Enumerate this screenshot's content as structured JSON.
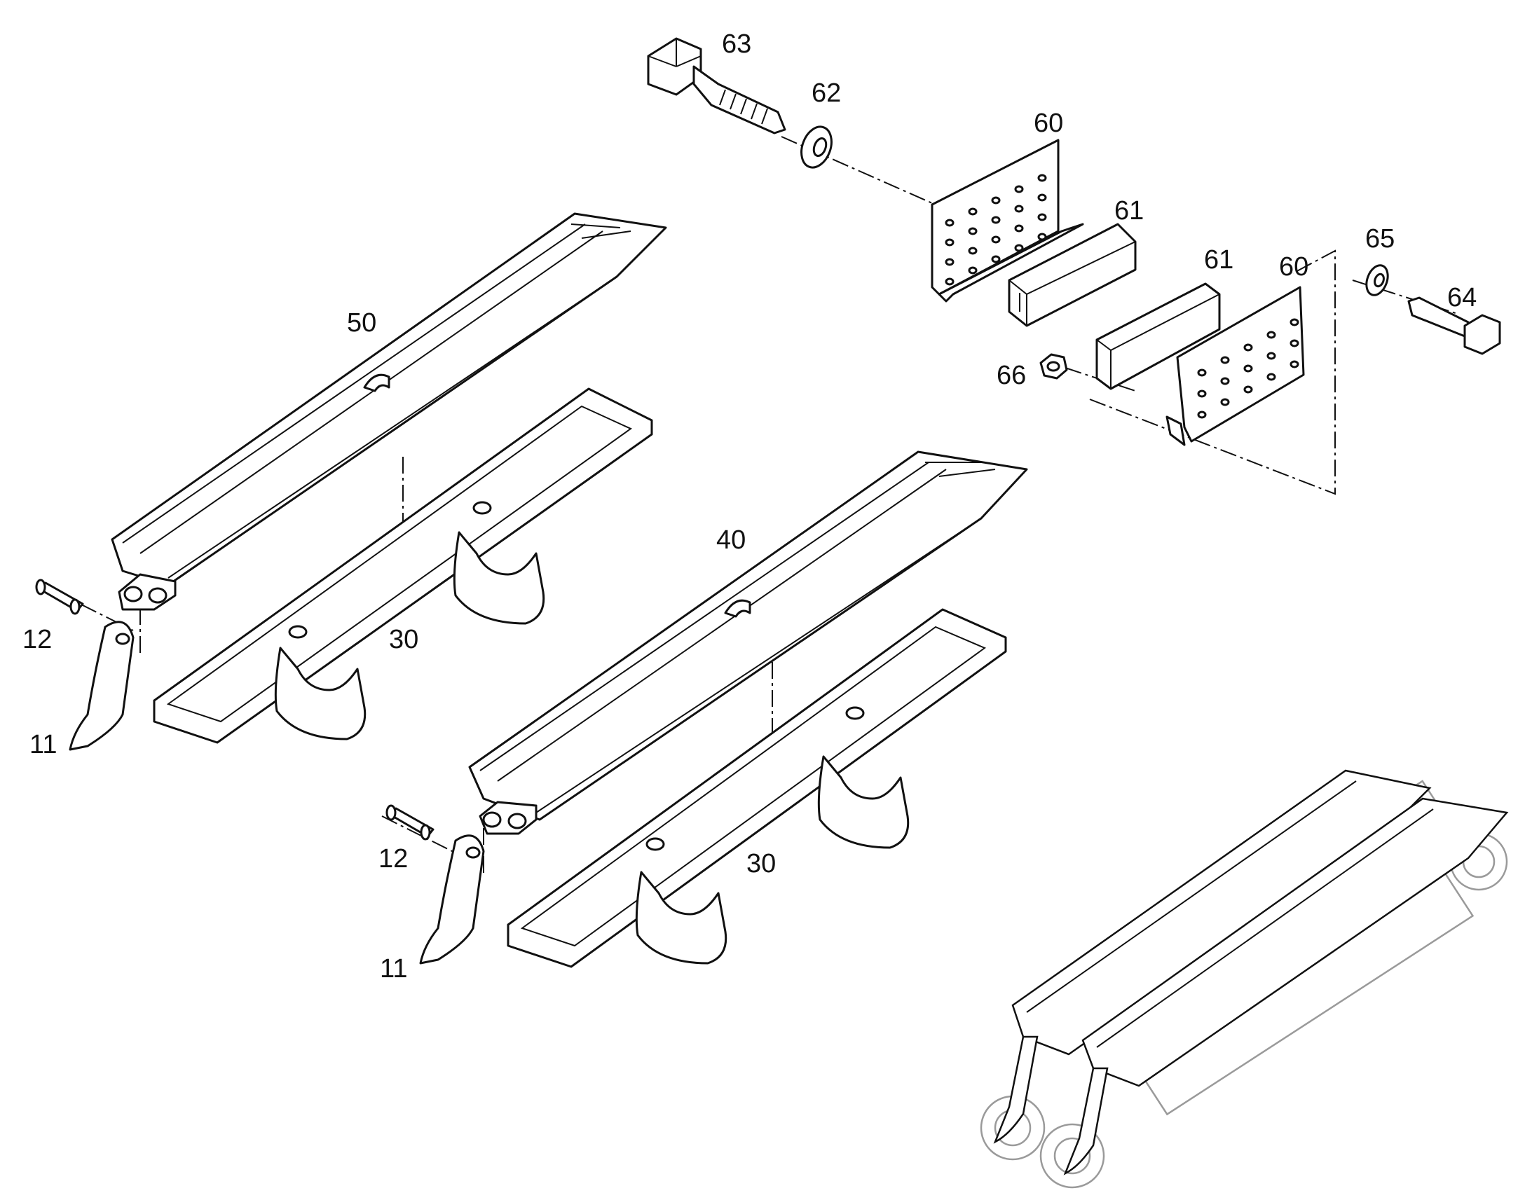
{
  "callouts": {
    "c63": "63",
    "c62": "62",
    "c60a": "60",
    "c61a": "61",
    "c61b": "61",
    "c60b": "60",
    "c65": "65",
    "c64": "64",
    "c66": "66",
    "c50": "50",
    "c40": "40",
    "c30a": "30",
    "c30b": "30",
    "c12a": "12",
    "c12b": "12",
    "c11a": "11",
    "c11b": "11"
  }
}
